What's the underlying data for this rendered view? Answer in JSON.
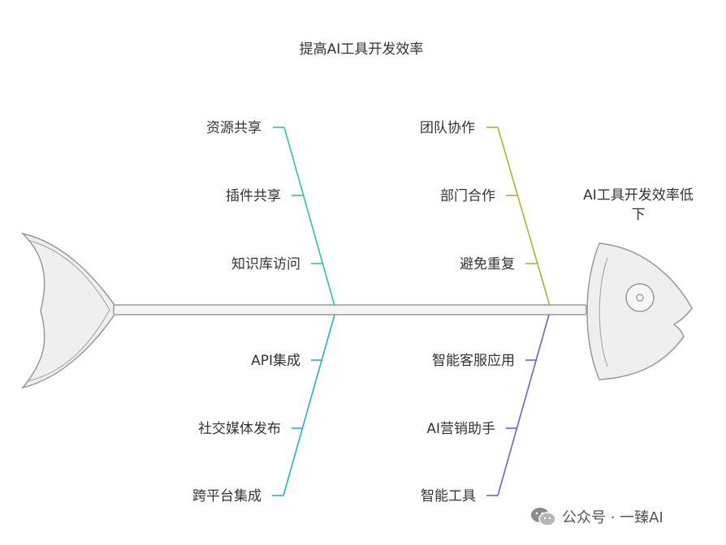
{
  "title": "提高AI工具开发效率",
  "effect": [
    "AI工具开发效率低",
    "下"
  ],
  "branches": [
    {
      "color": "#2fc98a",
      "labels": [
        "资源共享",
        "插件共享",
        "知识库访问"
      ]
    },
    {
      "color": "#9dbb37",
      "labels": [
        "团队协作",
        "部门合作",
        "避免重复"
      ]
    },
    {
      "color": "#24b0d0",
      "labels": [
        "API集成",
        "社交媒体发布",
        "跨平台集成"
      ]
    },
    {
      "color": "#6f5fd8",
      "labels": [
        "智能客服应用",
        "AI营销助手",
        "智能工具"
      ]
    }
  ],
  "watermark": {
    "text": "公众号 · 一臻AI",
    "icon": "wechat-icon"
  }
}
